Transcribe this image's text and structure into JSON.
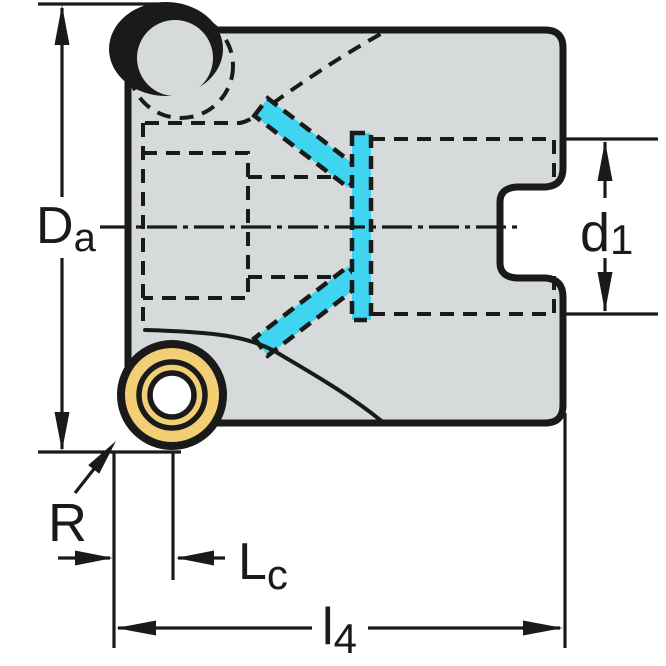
{
  "drawing": {
    "kind": "technical-drawing",
    "description": "Cross-section of a round-insert milling cutter with internal coolant channels and dimension annotations",
    "labels": {
      "outer_diameter": {
        "main": "D",
        "sub": "a"
      },
      "bore_diameter": {
        "main": "d",
        "sub": "1"
      },
      "corner_radius": {
        "main": "R",
        "sub": ""
      },
      "cutting_length": {
        "main": "L",
        "sub": "c"
      },
      "overall_length": {
        "main": "l",
        "sub": "4"
      }
    },
    "colors": {
      "canvas": "#ffffff",
      "body-fill": "#d6dadb",
      "line": "#1a1a1a",
      "insert-face": "#f2ce74",
      "insert-center": "#ffffff",
      "coolant": "#3fd5f0"
    }
  }
}
